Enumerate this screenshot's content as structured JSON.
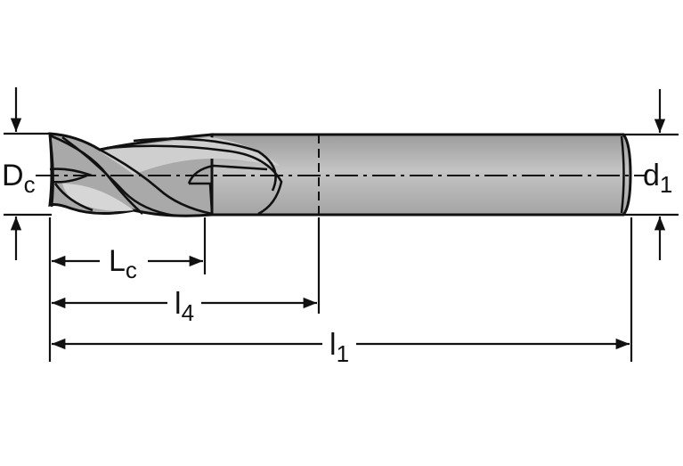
{
  "labels": {
    "Dc": {
      "main": "D",
      "sub": "c"
    },
    "d1": {
      "main": "d",
      "sub": "1"
    },
    "Lc": {
      "main": "L",
      "sub": "c"
    },
    "l4": {
      "main": "l",
      "sub": "4"
    },
    "l1": {
      "main": "l",
      "sub": "1"
    }
  },
  "colors": {
    "line": "#111111",
    "shank_fill": "#b7b7b7",
    "flute_fill": "#a9a9a9",
    "flute_highlight": "#d2d2d2"
  }
}
